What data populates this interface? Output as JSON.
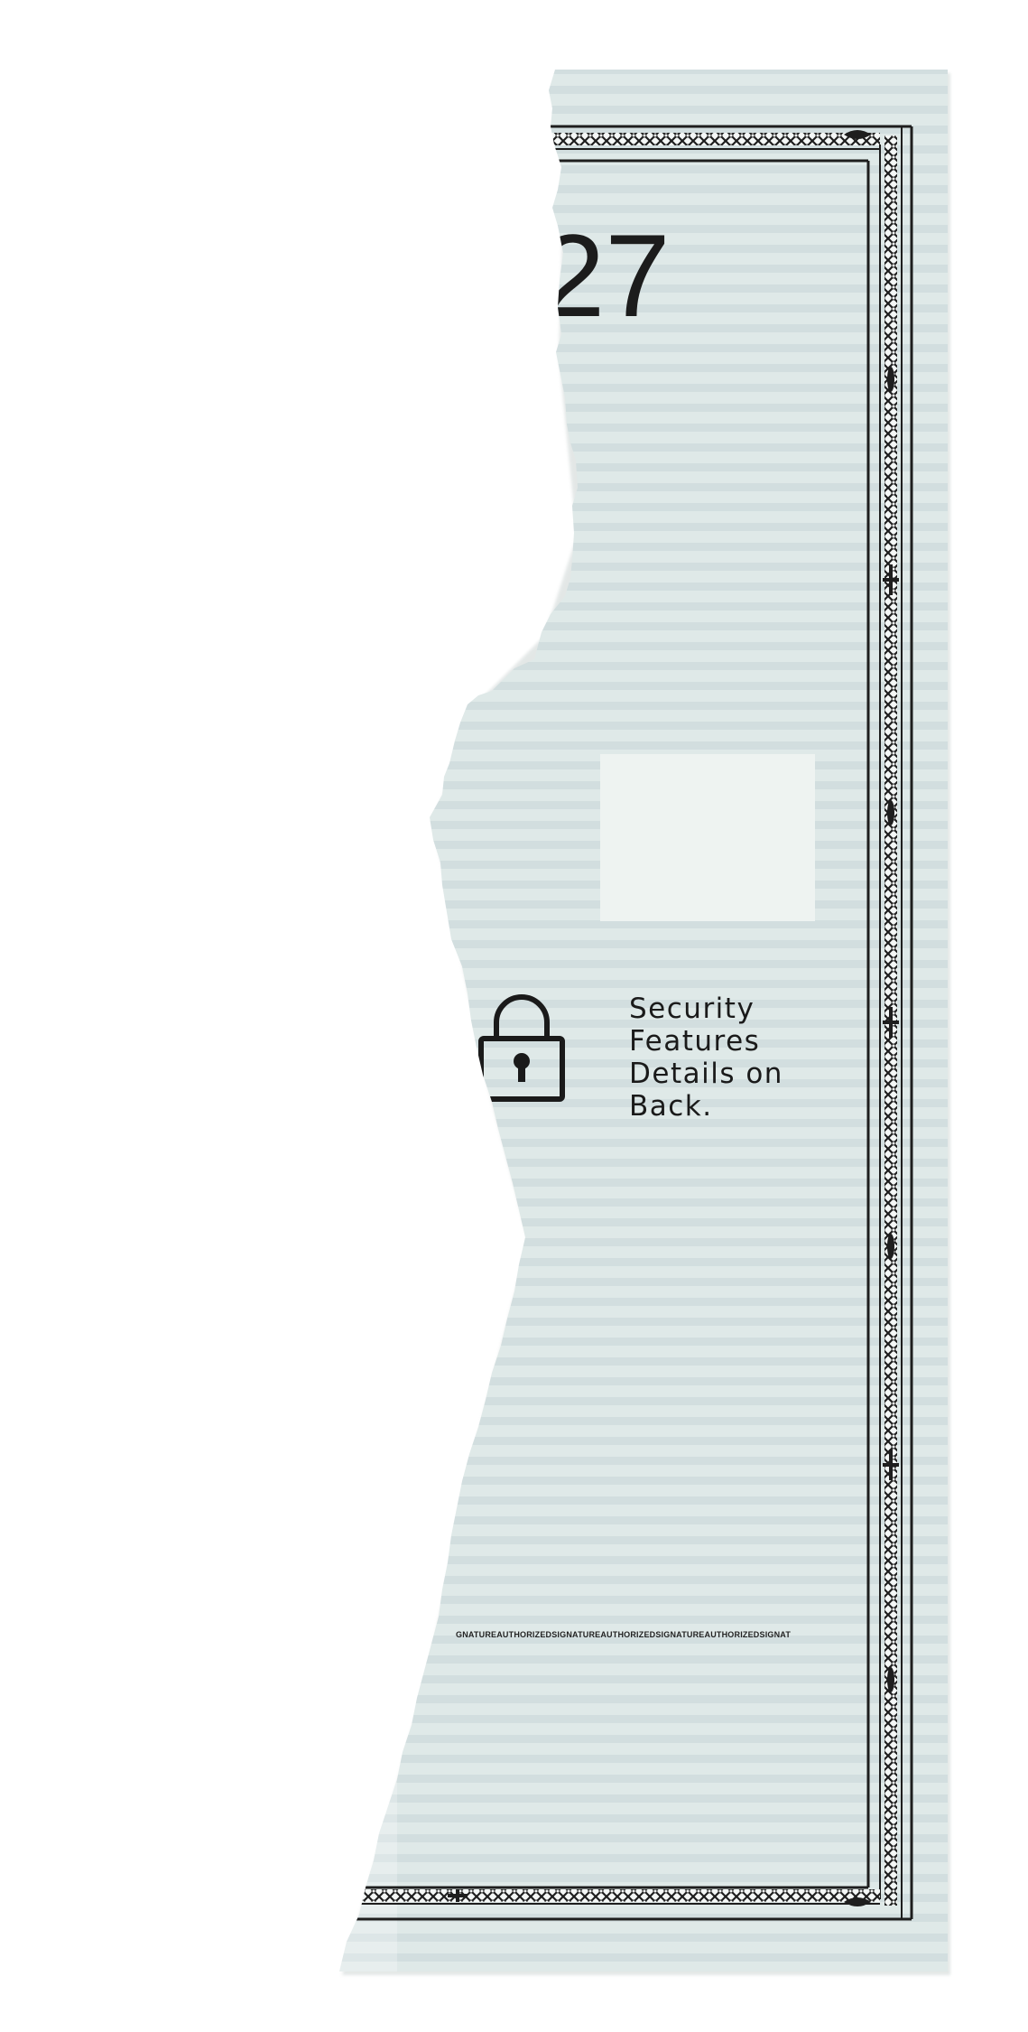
{
  "check": {
    "number_fragment": "27",
    "security_notice": {
      "lines": [
        "Security",
        "Features",
        "Details on",
        "Back."
      ],
      "icon": "padlock-icon"
    },
    "signature_line_text": "GNATUREAUTHORIZEDSIGNATUREAUTHORIZEDSIGNATUREAUTHORIZEDSIGNAT"
  },
  "colors": {
    "paper": "#dfe9e8",
    "stripe": "#d3dfdf",
    "border": "#1e1e1e",
    "background": "#ffffff"
  }
}
